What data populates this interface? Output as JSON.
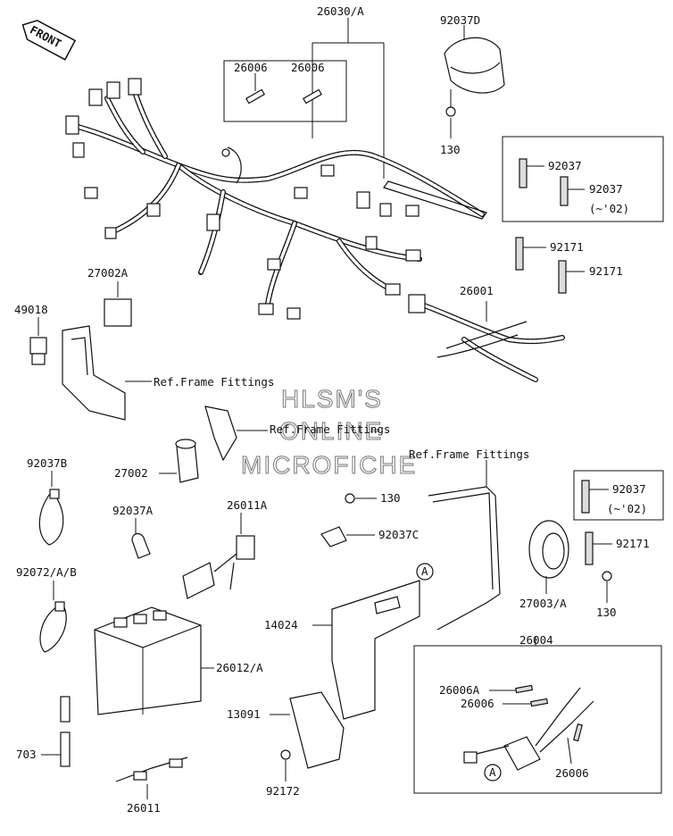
{
  "front_label": "FRONT",
  "watermark": [
    "HLSM'S",
    "ONLINE",
    "MICROFICHE"
  ],
  "ref_label": "Ref.Frame Fittings",
  "parts": {
    "p26030A": "26030/A",
    "p26006a": "26006",
    "p26006b": "26006",
    "p92037D": "92037D",
    "p130a": "130",
    "p92037a": "92037",
    "p92037b": "92037",
    "p92037b_note": "(~'02)",
    "p92171a": "92171",
    "p92171b": "92171",
    "p27002A": "27002A",
    "p49018": "49018",
    "p26001": "26001",
    "p92037B": "92037B",
    "p27002": "27002",
    "p130b": "130",
    "p92037c": "92037",
    "p92037c_note": "(~'02)",
    "p92037A": "92037A",
    "p26011A": "26011A",
    "p92037C": "92037C",
    "p92171c": "92171",
    "p92072AB": "92072/A/B",
    "pA1": "A",
    "p14024": "14024",
    "p27003A": "27003/A",
    "p130c": "130",
    "p26004": "26004",
    "p26012A": "26012/A",
    "p26006A": "26006A",
    "p26006c": "26006",
    "p13091": "13091",
    "p703": "703",
    "pA2": "A",
    "p26006d": "26006",
    "p92172": "92172",
    "p26011": "26011"
  }
}
